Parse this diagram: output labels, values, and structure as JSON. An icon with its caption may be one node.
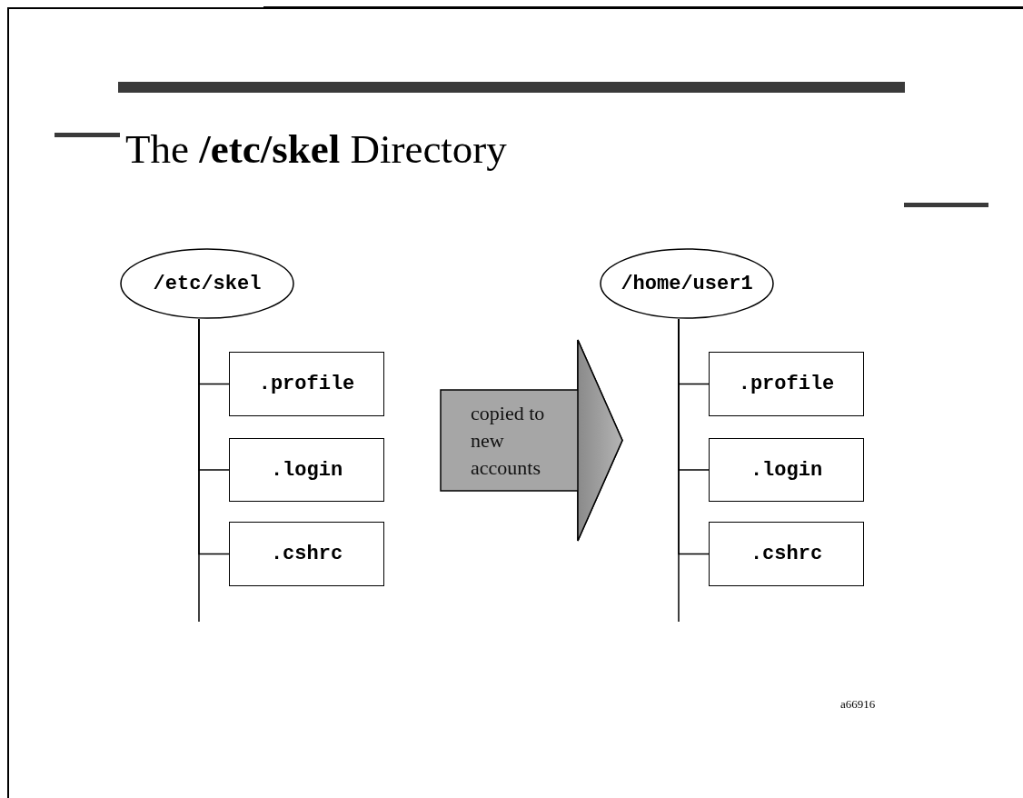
{
  "diagram": {
    "title": "The **/etc/skel** Directory",
    "nodes": [
      {
        "text": [
          "/etc/skel"
        ]
      },
      {
        "text": [
          ".profile"
        ]
      },
      {
        "text": [
          ".login"
        ]
      },
      {
        "text": [
          ".cshrc"
        ]
      },
      {
        "text": [
          "copied to new accounts"
        ]
      },
      {
        "text": [
          "/home/user1"
        ]
      },
      {
        "text": [
          ".profile"
        ]
      },
      {
        "text": [
          ".login"
        ]
      },
      {
        "text": [
          ".cshrc"
        ]
      }
    ],
    "edges": [
      {
        "from": 0,
        "to": 1,
        "arrow": "none"
      },
      {
        "from": 0,
        "to": 2,
        "arrow": "none"
      },
      {
        "from": 0,
        "to": 3,
        "arrow": "none"
      },
      {
        "from": 5,
        "to": 6,
        "arrow": "none"
      },
      {
        "from": 5,
        "to": 7,
        "arrow": "none"
      },
      {
        "from": 5,
        "to": 8,
        "arrow": "none"
      }
    ],
    "labels": [
      "a66916"
    ]
  }
}
